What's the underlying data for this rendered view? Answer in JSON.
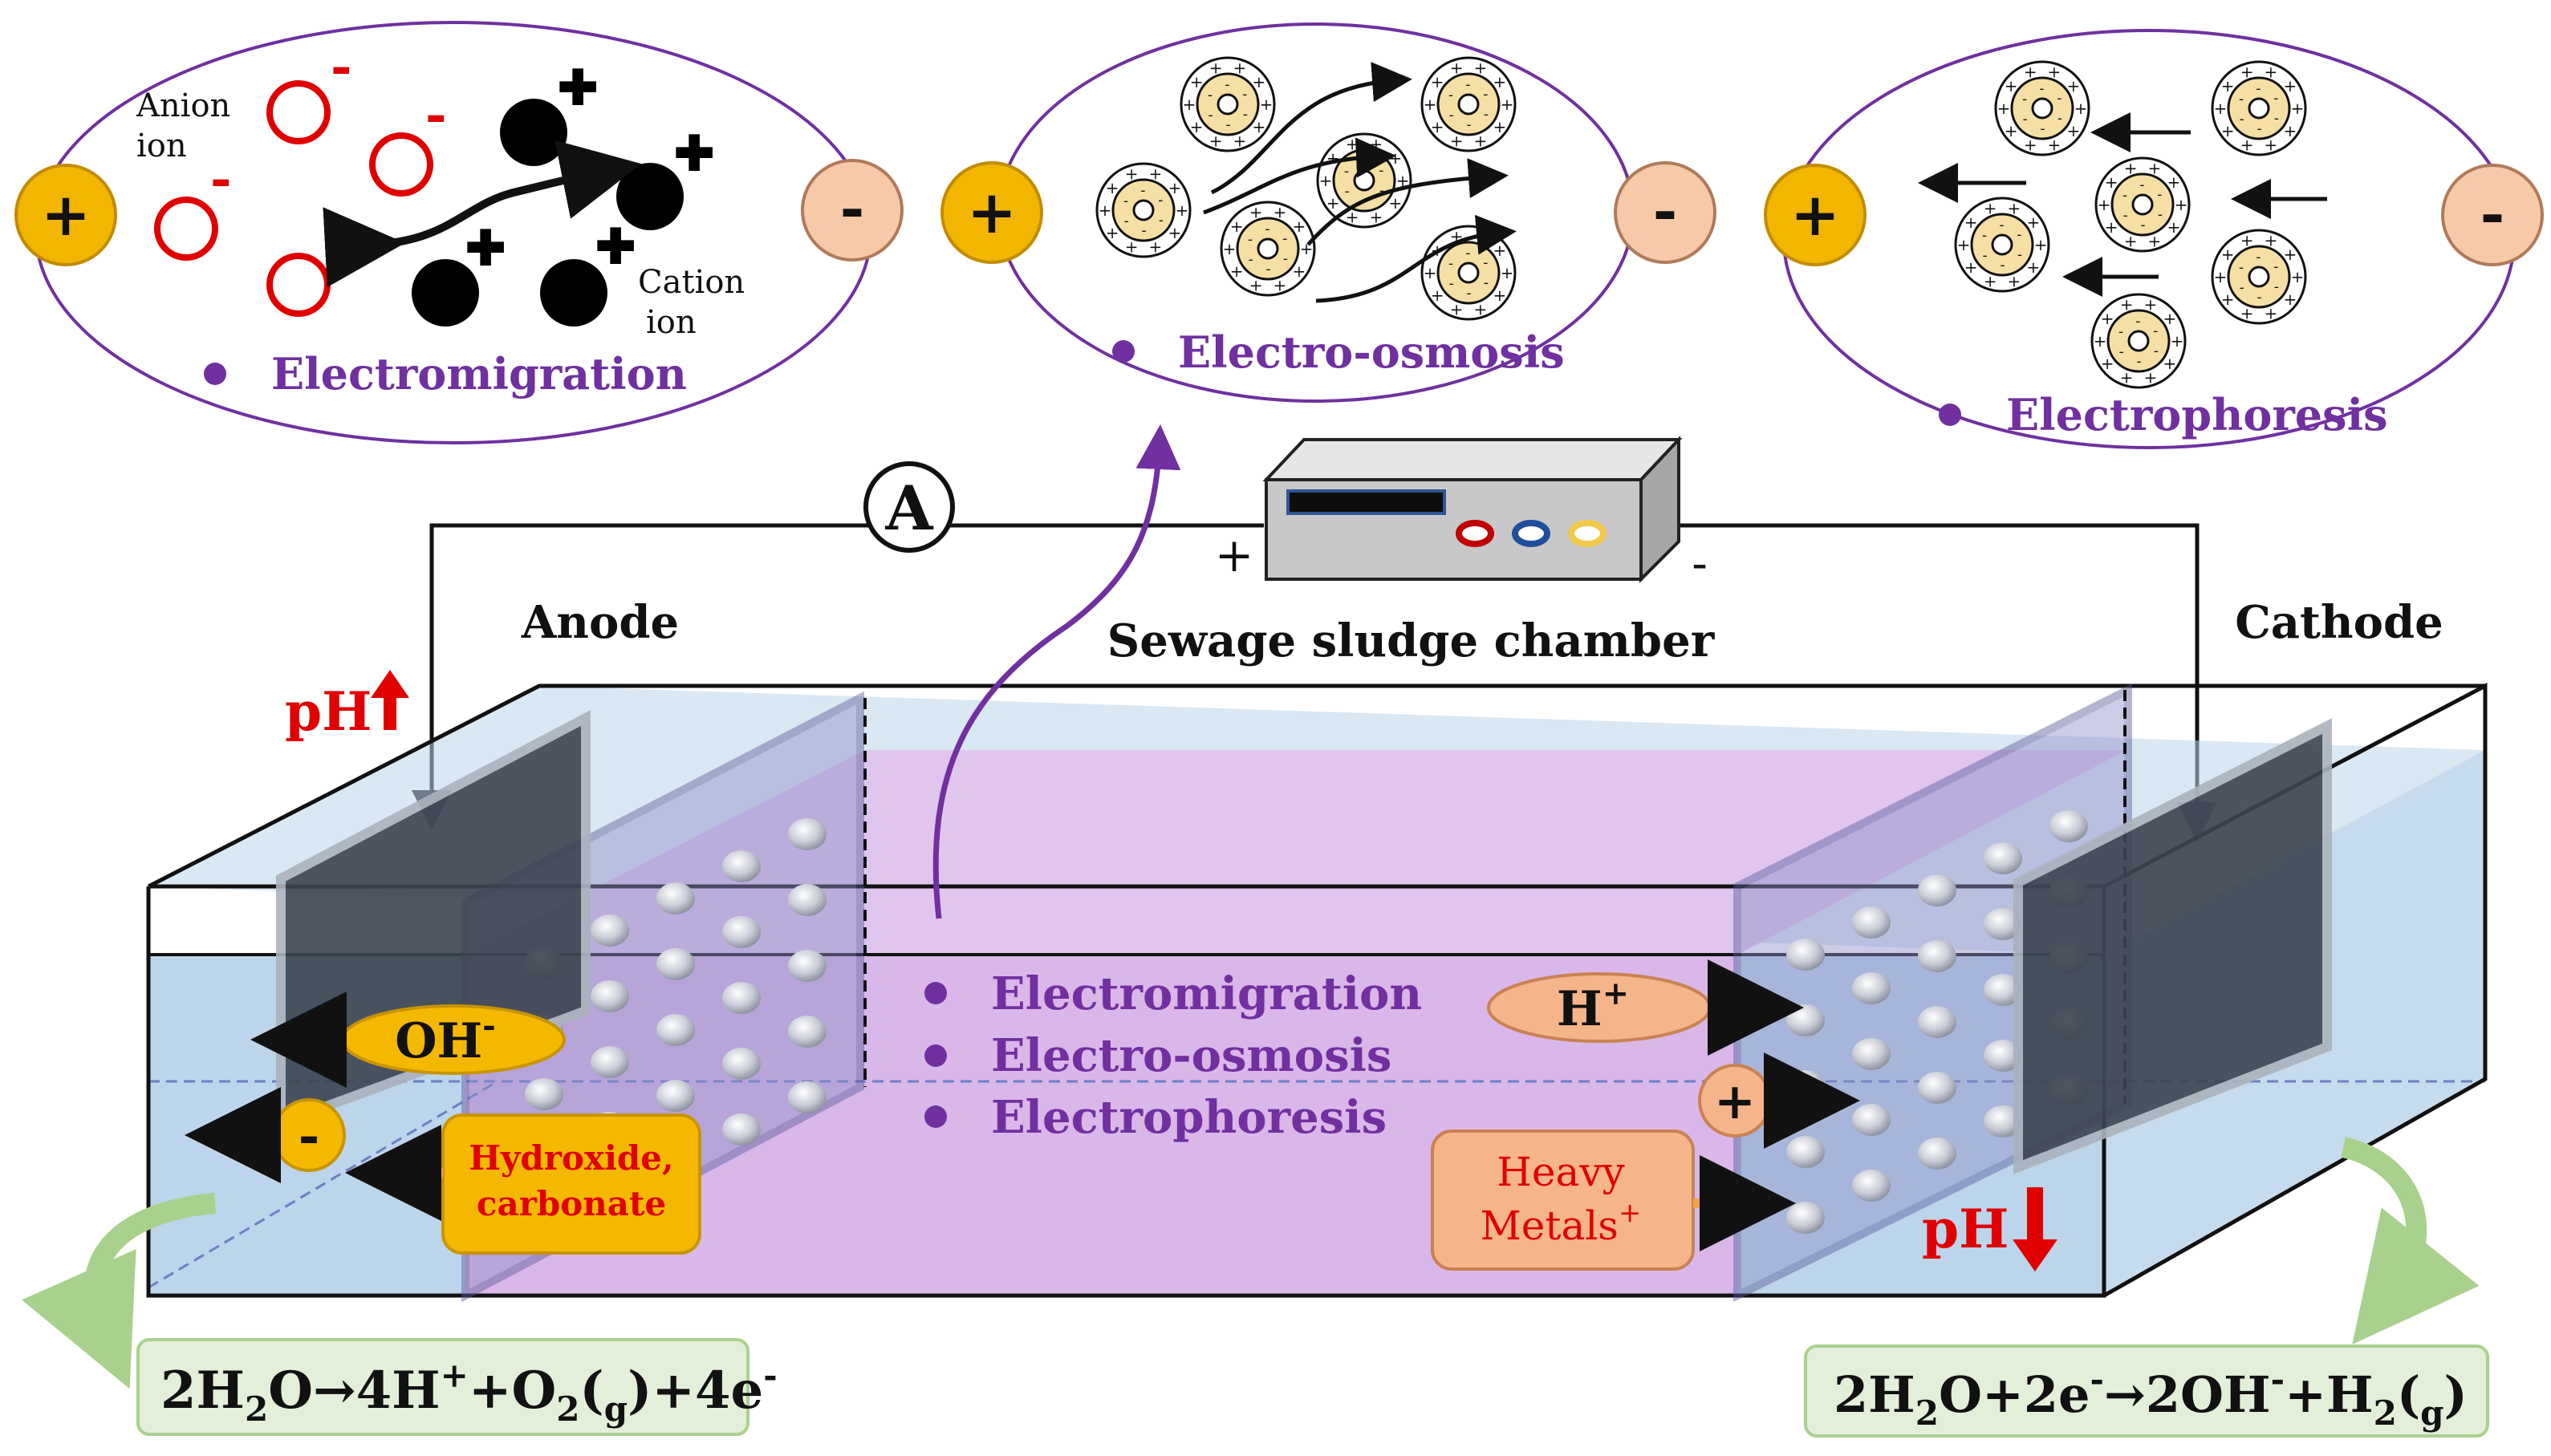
{
  "title": "Sewage sludge chamber",
  "anode_label": "Anode",
  "cathode_label": "Cathode",
  "ammeter_label": "A",
  "supply": {
    "plus": "+",
    "minus": "-"
  },
  "panels": {
    "electromigration": {
      "title": "Electromigration",
      "anion": [
        "Anion",
        "ion"
      ],
      "cation": [
        "Cation",
        "ion"
      ],
      "plus": "+",
      "minus": "-"
    },
    "electroosmosis": {
      "title": "Electro-osmosis",
      "plus": "+",
      "minus": "-"
    },
    "electrophoresis": {
      "title": "Electrophoresis",
      "plus": "+",
      "minus": "-"
    }
  },
  "mechanisms": [
    "Electromigration",
    "Electro-osmosis",
    "Electrophoresis"
  ],
  "anode_side": {
    "ph": "pH",
    "oh_main": "OH",
    "oh_sup": "-",
    "anion_sign": "-",
    "compounds": [
      "Hydroxide,",
      "carbonate"
    ],
    "reaction": {
      "p1": "2H",
      "s1": "2",
      "p2": "O",
      "arrow": "→",
      "p3": "4H",
      "s3": "+",
      "p4": "+O",
      "s4": "2",
      "p5": "(",
      "s5": "g",
      "p6": ")+4e",
      "s6": "-"
    }
  },
  "cathode_side": {
    "ph": "pH",
    "h_main": "H",
    "h_sup": "+",
    "cation_sign": "+",
    "metals": [
      "Heavy",
      "Metals"
    ],
    "metals_sup": "+",
    "reaction": {
      "p1": "2H",
      "s1": "2",
      "p2": "O+2e",
      "s2": "-",
      "arrow": "→",
      "p3": "2OH",
      "s3": "-",
      "p4": "+H",
      "s4": "2",
      "p5": "(",
      "s5": "g",
      "p6": ")"
    }
  },
  "colors": {
    "water": "#bcd5ea",
    "sludge": "#e0c6ec",
    "purple": "#7030a0",
    "red": "#e00000",
    "gold": "#f2b500",
    "peach": "#f6c9a8",
    "orange_box": "#f6b48a",
    "reaction_bg": "#e3efd9"
  }
}
